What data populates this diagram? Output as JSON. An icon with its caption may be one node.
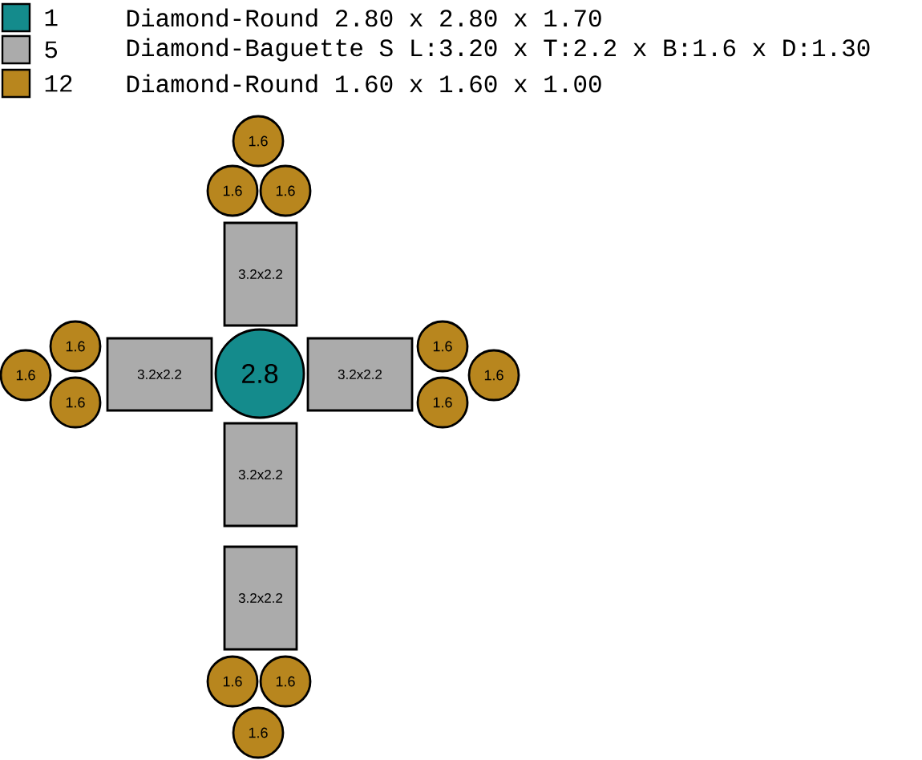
{
  "diagram": {
    "nodes": [
      {
        "text": [
          "1.6"
        ]
      },
      {
        "text": [
          "1.6"
        ]
      },
      {
        "text": [
          "1.6"
        ]
      },
      {
        "text": [
          "3.2x2.2"
        ]
      },
      {
        "text": [
          "1.6"
        ]
      },
      {
        "text": [
          "1.6"
        ]
      },
      {
        "text": [
          "1.6"
        ]
      },
      {
        "text": [
          "3.2x2.2"
        ]
      },
      {
        "text": [
          "2.8"
        ]
      },
      {
        "text": [
          "3.2x2.2"
        ]
      },
      {
        "text": [
          "1.6"
        ]
      },
      {
        "text": [
          "1.6"
        ]
      },
      {
        "text": [
          "1.6"
        ]
      },
      {
        "text": [
          "3.2x2.2"
        ]
      },
      {
        "text": [
          "3.2x2.2"
        ]
      },
      {
        "text": [
          "1.6"
        ]
      },
      {
        "text": [
          "1.6"
        ]
      },
      {
        "text": [
          "1.6"
        ]
      }
    ],
    "labels": [
      "1",
      "5",
      "12"
    ],
    "legend": [
      {
        "text": "Diamond-Round 2.80 x 2.80 x 1.70",
        "color": "#148b8c"
      },
      {
        "text": "Diamond-Baguette S L:3.20 x T:2.2 x B:1.6 x D:1.30",
        "color": "#ababab"
      },
      {
        "text": "Diamond-Round 1.60 x 1.60 x 1.00",
        "color": "#b8861e"
      }
    ]
  }
}
